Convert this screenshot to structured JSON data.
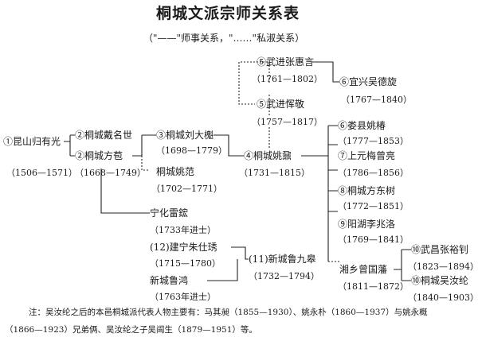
{
  "title": "桐城文派宗师关系表",
  "subtitle": "（\"——\"师事关系，\"……\"私淑关系）",
  "nodes": {
    "gui_youguang": {
      "name": "①昆山归有光",
      "years": "（1506—1571）"
    },
    "dai_mingshi": {
      "name": "②桐城戴名世"
    },
    "fang_bao": {
      "name": "②桐城方苞",
      "years": "（1668—1749）"
    },
    "liu_dakui": {
      "name": "③桐城刘大櫆",
      "years": "（1698—1779）"
    },
    "yao_fan": {
      "name": "桐城姚范",
      "years": "（1702—1771）"
    },
    "yao_nai": {
      "name": "④桐城姚鼐",
      "years": "（1731—1815）"
    },
    "zhang_huiyan": {
      "name": "⑤武进张惠言",
      "years": "（1761—1802）"
    },
    "yun_jing": {
      "name": "⑤武进恽敬",
      "years": "（1757—1817）"
    },
    "wu_dexuan": {
      "name": "⑥宜兴吴德旋",
      "years": "（1767—1840）"
    },
    "yao_ying": {
      "name": "⑥娄县姚椿",
      "years": "（1777—1853）"
    },
    "mei_zengliang": {
      "name": "⑦上元梅曾亮",
      "years": "（1786—1856）"
    },
    "fang_dongshu": {
      "name": "⑧桐城方东树",
      "years": "（1772—1851）"
    },
    "li_zhaoluo": {
      "name": "⑨阳湖李兆洛",
      "years": "（1769—1841）"
    },
    "lei_hong": {
      "name": "宁化雷鋐",
      "years": "（1733年进士）"
    },
    "zhu_shixiu": {
      "name": "(12)建宁朱仕琇",
      "years": "（1715—1780）"
    },
    "lu_hong": {
      "name": "新城鲁鸿",
      "years": "（1763年进士）"
    },
    "lu_jiugao": {
      "name": "(11)新城鲁九皋",
      "years": "（1732—1794）"
    },
    "zeng_guofan": {
      "name": "湘乡曾国藩",
      "years": "（1811—1872）"
    },
    "zhang_yuzhao": {
      "name": "⑩武昌张裕钊",
      "years": "（1823—1894）"
    },
    "wu_rulun": {
      "name": "⑩桐城吴汝纶",
      "years": "（1840—1903）"
    }
  },
  "note": {
    "line1": "注：吴汝纶之后的本邑桐城派代表人物主要有：马其昶（1855—1930）、姚永朴（1860—1937）与姚永概",
    "line2": "（1866—1923）兄弟俩、吴汝纶之子吴闿生（1879—1951）等。"
  }
}
